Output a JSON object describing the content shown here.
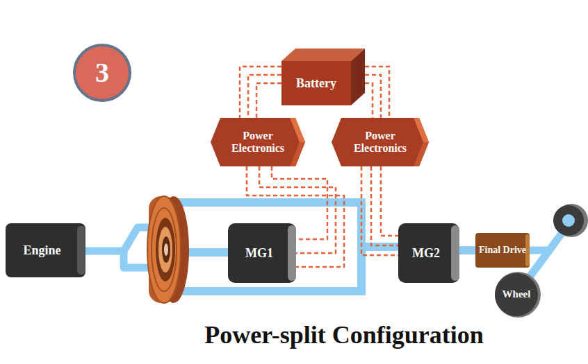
{
  "diagram": {
    "title": "Power-split Configuration",
    "nodes": [
      {
        "text": [
          "3"
        ]
      },
      {
        "text": [
          "Battery"
        ]
      },
      {
        "text": [
          "Power Electronics"
        ]
      },
      {
        "text": [
          "Power Electronics"
        ]
      },
      {
        "text": [
          "Engine"
        ]
      },
      {
        "text": [
          "MG1"
        ]
      },
      {
        "text": [
          "MG2"
        ]
      },
      {
        "text": [
          "Final Drive"
        ]
      },
      {
        "text": [
          "Wheel"
        ]
      }
    ],
    "edges": [
      {
        "from": 1,
        "to": 2,
        "arrow": "none"
      },
      {
        "from": 1,
        "to": 3,
        "arrow": "none"
      },
      {
        "from": 2,
        "to": 5,
        "arrow": "none"
      },
      {
        "from": 3,
        "to": 6,
        "arrow": "none"
      },
      {
        "from": 6,
        "to": 7,
        "arrow": "none"
      },
      {
        "from": 7,
        "to": 8,
        "arrow": "none"
      }
    ]
  }
}
